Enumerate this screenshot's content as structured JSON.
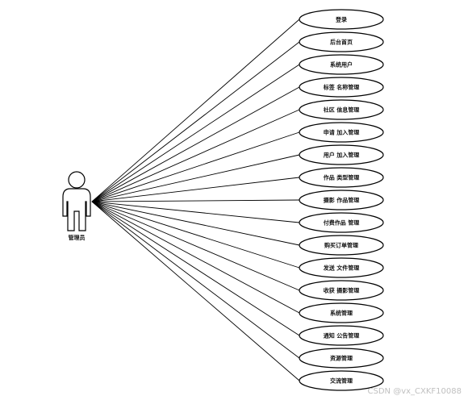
{
  "diagram": {
    "actor": {
      "label": "管理员"
    },
    "use_cases": [
      {
        "label": "登录"
      },
      {
        "label": "后台首页"
      },
      {
        "label": "系统用户"
      },
      {
        "label": "标签 名称管理"
      },
      {
        "label": "社区 信息管理"
      },
      {
        "label": "申请 加入管理"
      },
      {
        "label": "用户 加入管理"
      },
      {
        "label": "作品 类型管理"
      },
      {
        "label": "摄影 作品管理"
      },
      {
        "label": "付费作品 管理"
      },
      {
        "label": "购买订单管理"
      },
      {
        "label": "发送 文件管理"
      },
      {
        "label": "收获 摄影管理"
      },
      {
        "label": "系统管理"
      },
      {
        "label": "通知 公告管理"
      },
      {
        "label": "资源管理"
      },
      {
        "label": "交流管理"
      }
    ]
  },
  "watermark": {
    "text": "CSDN @vx_CXKF10088"
  }
}
